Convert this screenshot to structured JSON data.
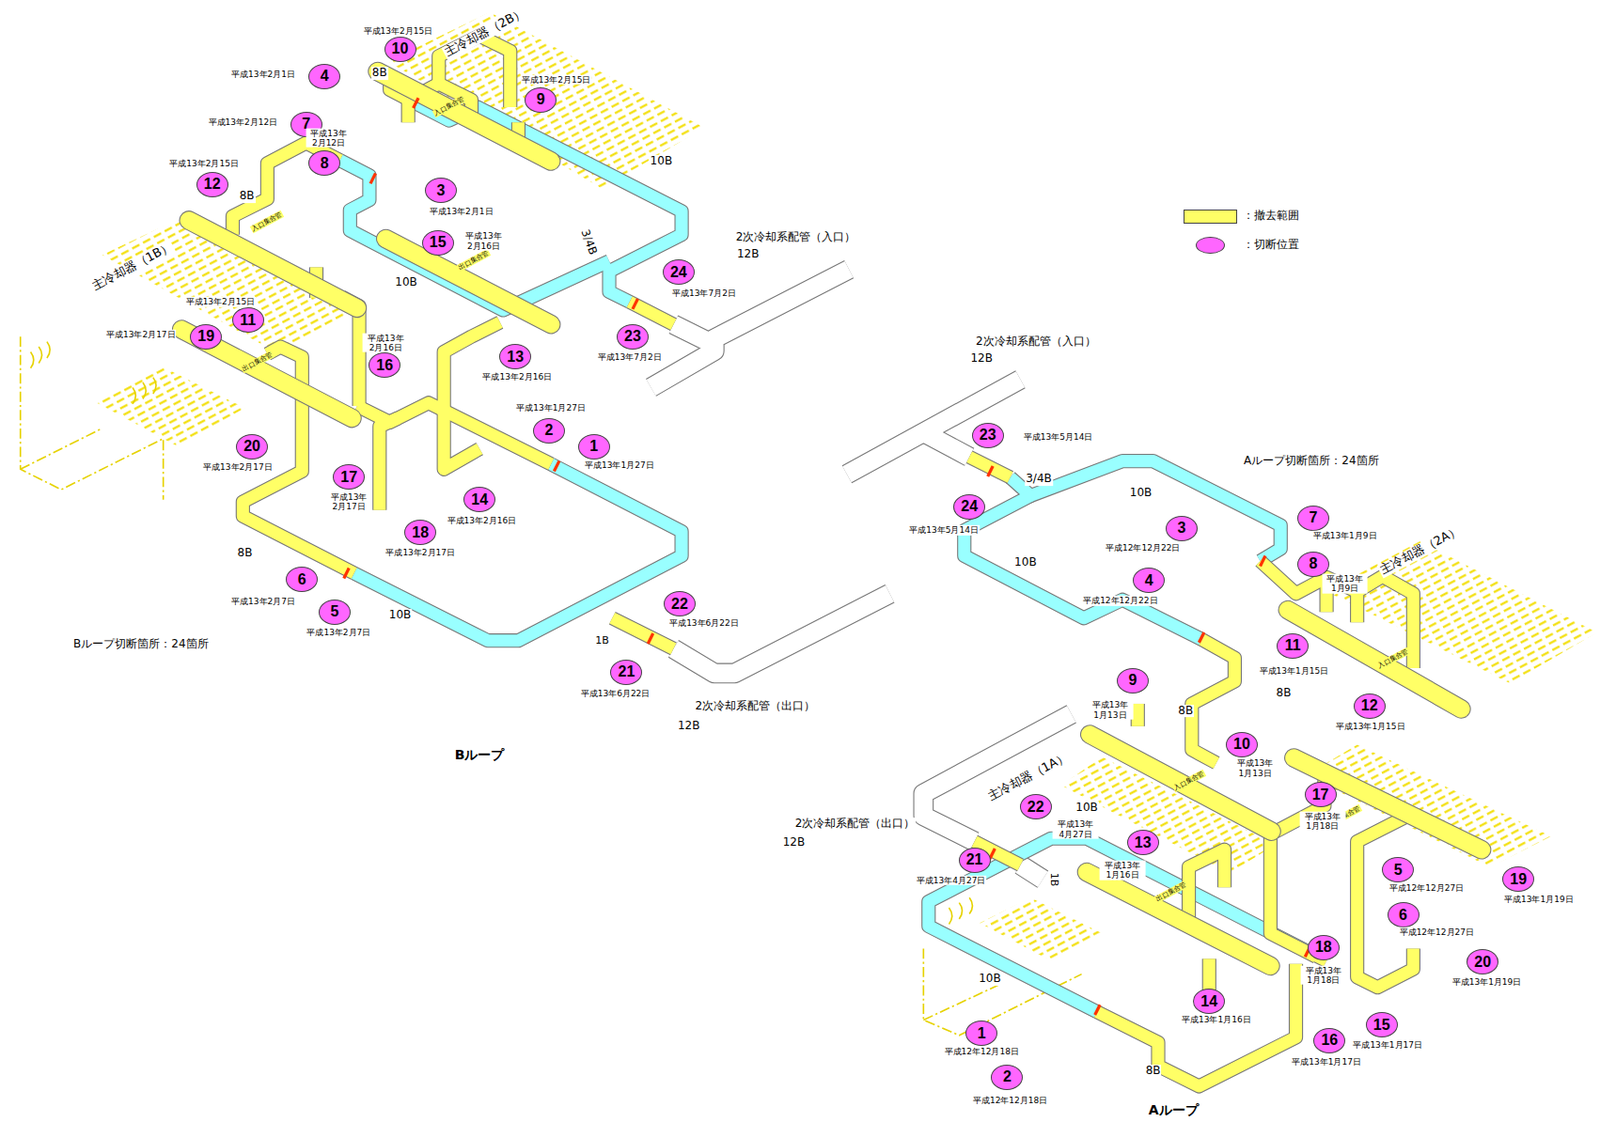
{
  "diagram": {
    "nodes": [
      {
        "text": [
          "1"
        ]
      },
      {
        "text": [
          "2"
        ]
      },
      {
        "text": [
          "3"
        ]
      },
      {
        "text": [
          "4"
        ]
      },
      {
        "text": [
          "5"
        ]
      },
      {
        "text": [
          "6"
        ]
      },
      {
        "text": [
          "7"
        ]
      },
      {
        "text": [
          "8"
        ]
      },
      {
        "text": [
          "9"
        ]
      },
      {
        "text": [
          "10"
        ]
      },
      {
        "text": [
          "11"
        ]
      },
      {
        "text": [
          "12"
        ]
      },
      {
        "text": [
          "13"
        ]
      },
      {
        "text": [
          "14"
        ]
      },
      {
        "text": [
          "15"
        ]
      },
      {
        "text": [
          "16"
        ]
      },
      {
        "text": [
          "17"
        ]
      },
      {
        "text": [
          "18"
        ]
      },
      {
        "text": [
          "19"
        ]
      },
      {
        "text": [
          "20"
        ]
      },
      {
        "text": [
          "21"
        ]
      },
      {
        "text": [
          "22"
        ]
      },
      {
        "text": [
          "23"
        ]
      },
      {
        "text": [
          "24"
        ]
      },
      {
        "text": [
          "1"
        ]
      },
      {
        "text": [
          "2"
        ]
      },
      {
        "text": [
          "3"
        ]
      },
      {
        "text": [
          "4"
        ]
      },
      {
        "text": [
          "5"
        ]
      },
      {
        "text": [
          "6"
        ]
      },
      {
        "text": [
          "7"
        ]
      },
      {
        "text": [
          "8"
        ]
      },
      {
        "text": [
          "9"
        ]
      },
      {
        "text": [
          "10"
        ]
      },
      {
        "text": [
          "11"
        ]
      },
      {
        "text": [
          "12"
        ]
      },
      {
        "text": [
          "13"
        ]
      },
      {
        "text": [
          "14"
        ]
      },
      {
        "text": [
          "15"
        ]
      },
      {
        "text": [
          "16"
        ]
      },
      {
        "text": [
          "17"
        ]
      },
      {
        "text": [
          "18"
        ]
      },
      {
        "text": [
          "19"
        ]
      },
      {
        "text": [
          "20"
        ]
      },
      {
        "text": [
          "21"
        ]
      },
      {
        "text": [
          "22"
        ]
      },
      {
        "text": [
          "23"
        ]
      },
      {
        "text": [
          "24"
        ]
      }
    ],
    "labels": [
      "主冷却器（2B）",
      "主冷却器（1B）",
      "主冷却器（2A）",
      "主冷却器（1A）",
      "2次冷却系配管（入口）",
      "12B",
      "2次冷却系配管（入口）",
      "12B",
      "2次冷却系配管（出口）",
      "12B",
      "2次冷却系配管（出口）",
      "12B",
      "10B",
      "10B",
      "10B",
      "3/4B",
      "1B",
      "8B",
      "8B",
      "8B",
      "10B",
      "10B",
      "3/4B",
      "8B",
      "8B",
      "10B",
      "1B",
      "10B",
      "8B",
      "入口集合管",
      "入口集合管",
      "出口集合管",
      "出口集合管",
      "入口集合管",
      "入口集合管",
      "出口集合管",
      "出口集合管",
      "Bループ",
      "Aループ",
      "Bループ切断箇所：24箇所",
      "Aループ切断箇所：24箇所",
      "平成13年1月27日",
      "平成13年1月27日",
      "平成13年2月1日",
      "平成13年2月1日",
      "平成13年2月7日",
      "平成13年2月7日",
      "平成13年2月12日",
      "平成13年 2月12日",
      "平成13年2月15日",
      "平成13年2月15日",
      "平成13年2月15日",
      "平成13年2月15日",
      "平成13年2月16日",
      "平成13年2月16日",
      "平成13年 2月16日",
      "平成13年 2月16日",
      "平成13年 2月17日",
      "平成13年2月17日",
      "平成13年2月17日",
      "平成13年2月17日",
      "平成13年6月22日",
      "平成13年6月22日",
      "平成13年7月2日",
      "平成13年7月2日",
      "平成12年12月18日",
      "平成12年12月18日",
      "平成12年12月22日",
      "平成12年12月22日",
      "平成12年12月27日",
      "平成12年12月27日",
      "平成13年1月9日",
      "平成13年 1月9日",
      "平成13年 1月13日",
      "平成13年 1月13日",
      "平成13年1月15日",
      "平成13年1月15日",
      "平成13年 1月16日",
      "平成13年1月16日",
      "平成13年1月17日",
      "平成13年1月17日",
      "平成13年 1月18日",
      "平成13年 1月18日",
      "平成13年1月19日",
      "平成13年1月19日",
      "平成13年4月27日",
      "平成13年 4月27日",
      "平成13年5月14日",
      "平成13年5月14日"
    ],
    "legend": [
      {
        "text": "：撤去範囲",
        "color": "#ffff66"
      },
      {
        "text": "：切断位置",
        "color": "#ff66ff"
      }
    ]
  }
}
